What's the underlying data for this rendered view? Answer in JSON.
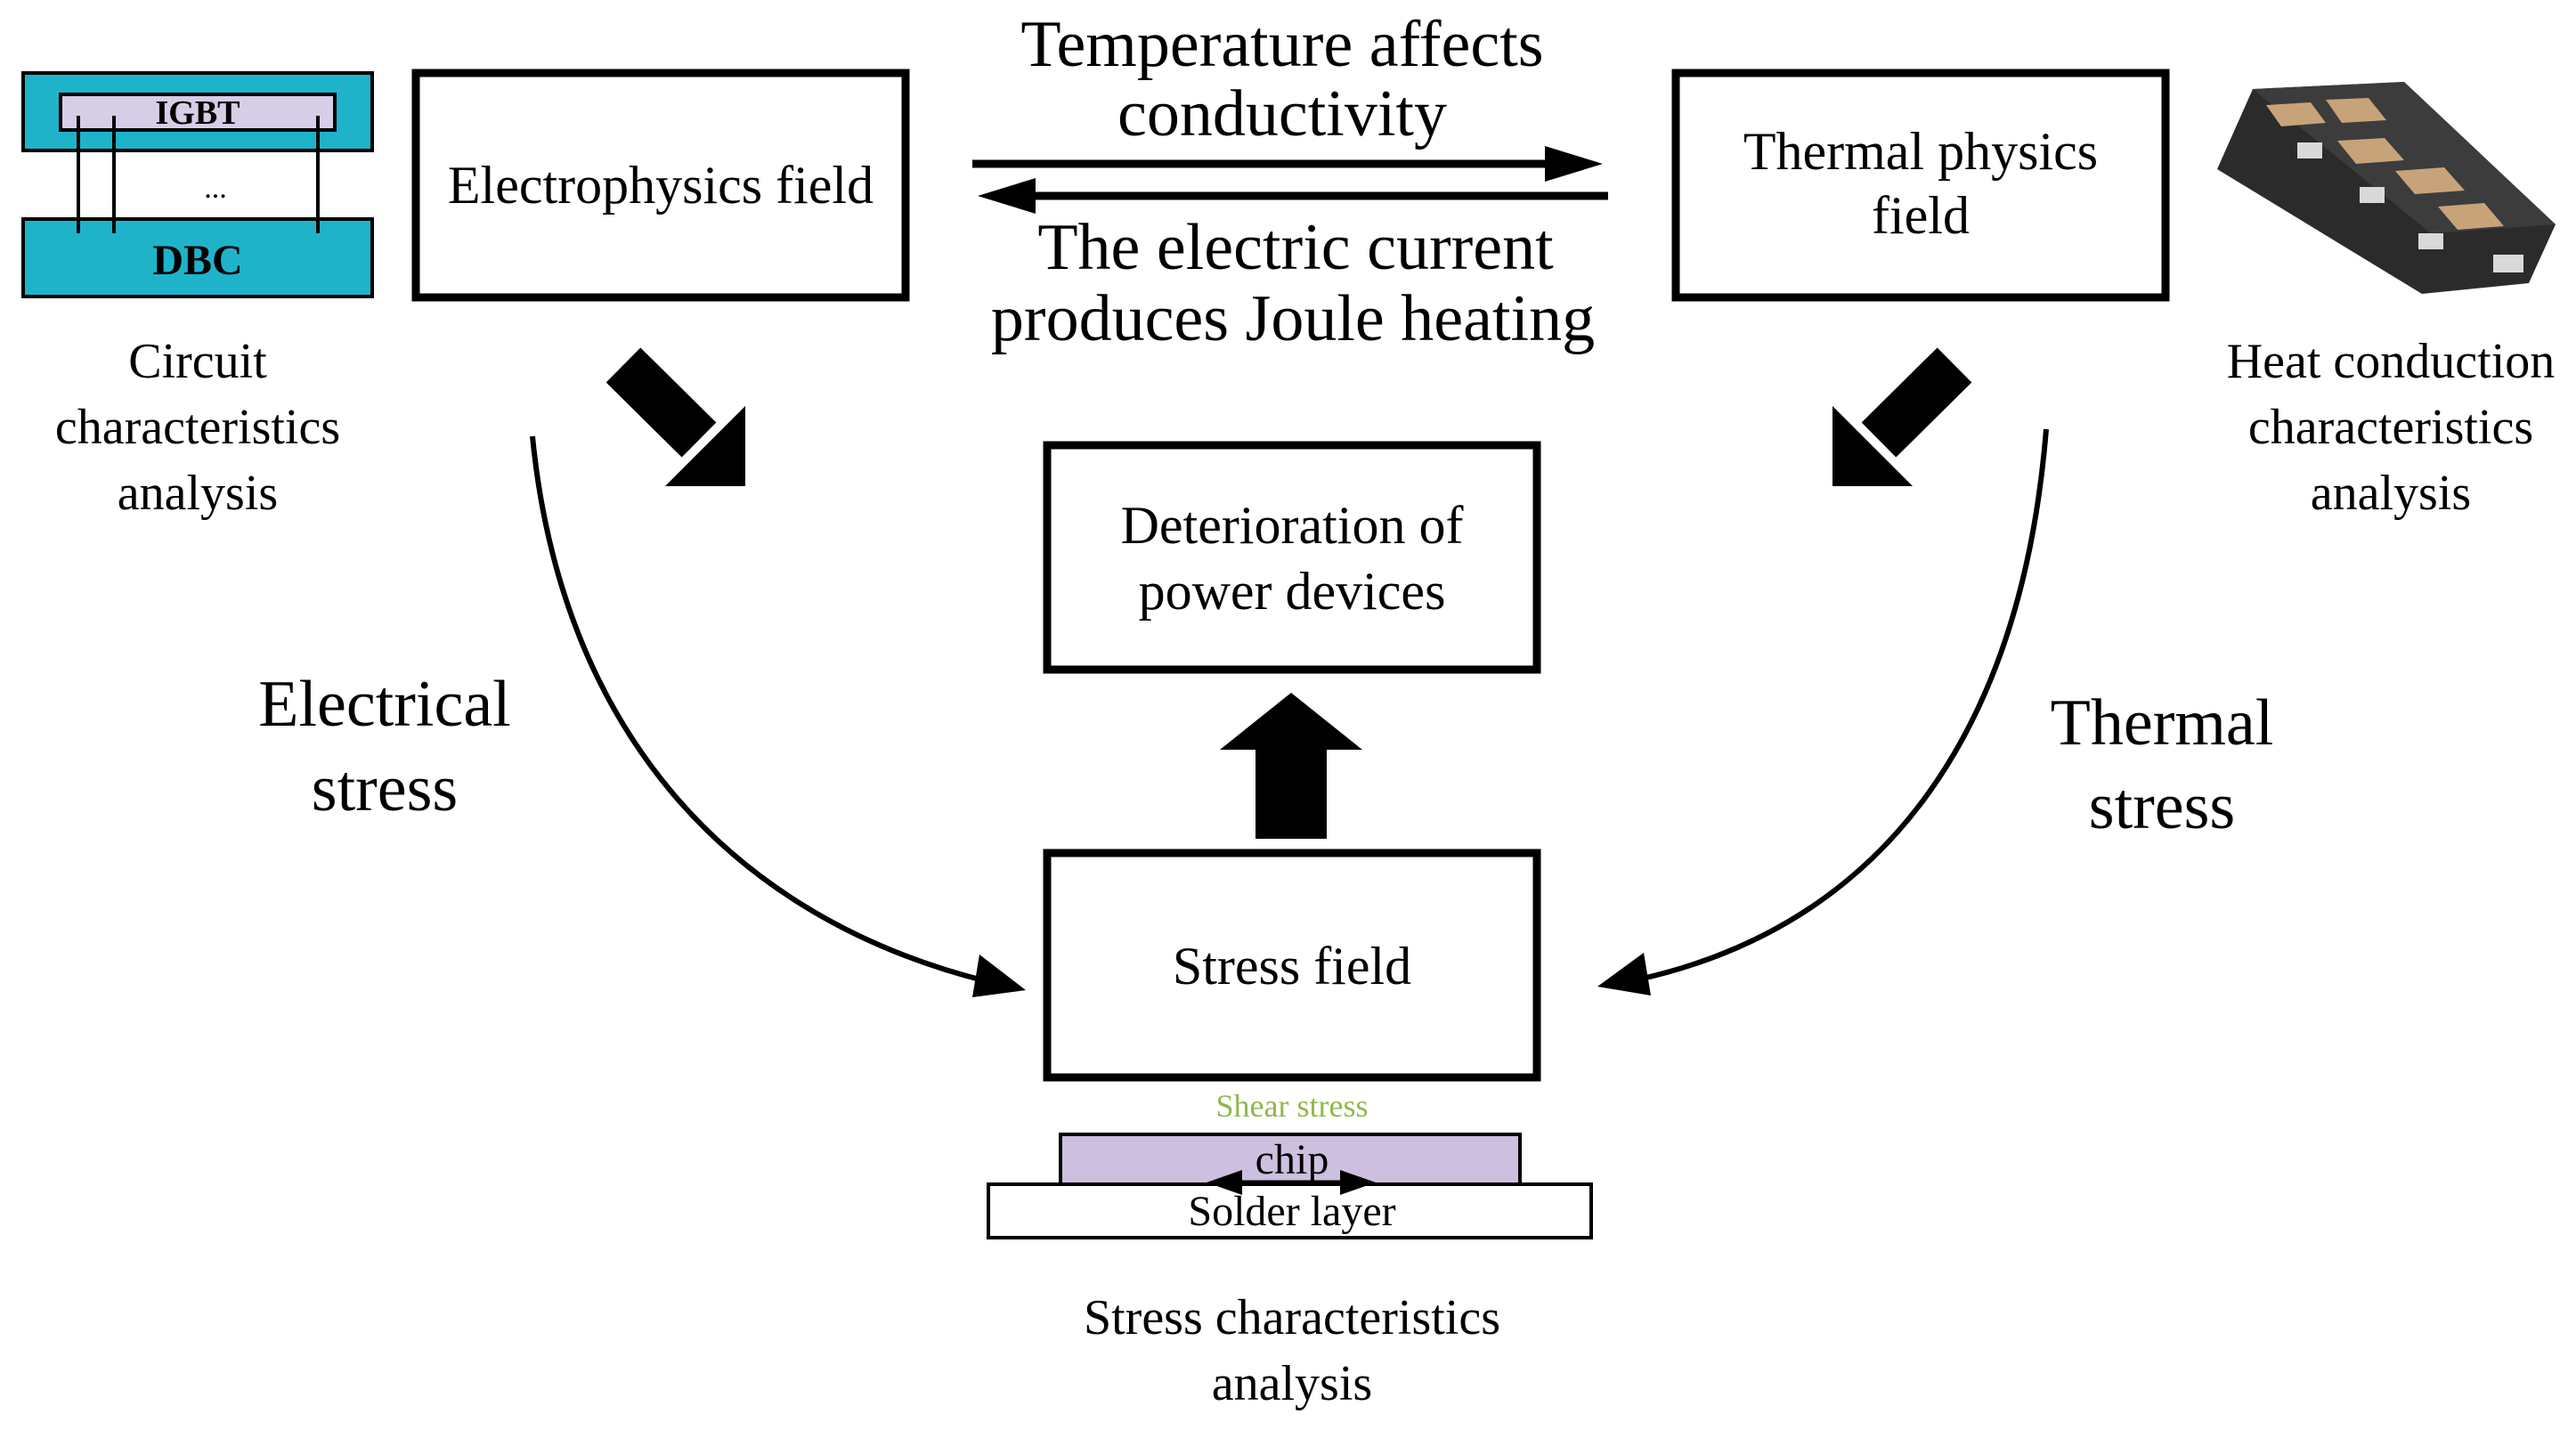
{
  "boxes": {
    "electrophysics": "Electrophysics field",
    "thermal_line1": "Thermal physics",
    "thermal_line2": "field",
    "deterioration_line1": "Deterioration of",
    "deterioration_line2": "power devices",
    "stress": "Stress field"
  },
  "coupling": {
    "top_line1": "Temperature affects",
    "top_line2": "conductivity",
    "bottom_line1": "The electric current",
    "bottom_line2": "produces Joule heating"
  },
  "stresses": {
    "electrical_line1": "Electrical",
    "electrical_line2": "stress",
    "thermal_line1": "Thermal",
    "thermal_line2": "stress"
  },
  "circuit_icon": {
    "igbt": "IGBT",
    "ellipsis": "...",
    "dbc": "DBC",
    "caption_line1": "Circuit",
    "caption_line2": "characteristics",
    "caption_line3": "analysis"
  },
  "module_icon": {
    "caption_line1": "Heat conduction",
    "caption_line2": "characteristics",
    "caption_line3": "analysis"
  },
  "stress_icon": {
    "shear": "Shear stress",
    "chip": "chip",
    "solder": "Solder layer",
    "caption_line1": "Stress characteristics",
    "caption_line2": "analysis"
  },
  "colors": {
    "dbc_fill": "#1fb3c9",
    "igbt_fill": "#d6cde6",
    "chip_fill": "#cdbfdf",
    "shear_text": "#8fb84a",
    "module_body": "#2b2b2b",
    "module_pad": "#c8a37a"
  }
}
